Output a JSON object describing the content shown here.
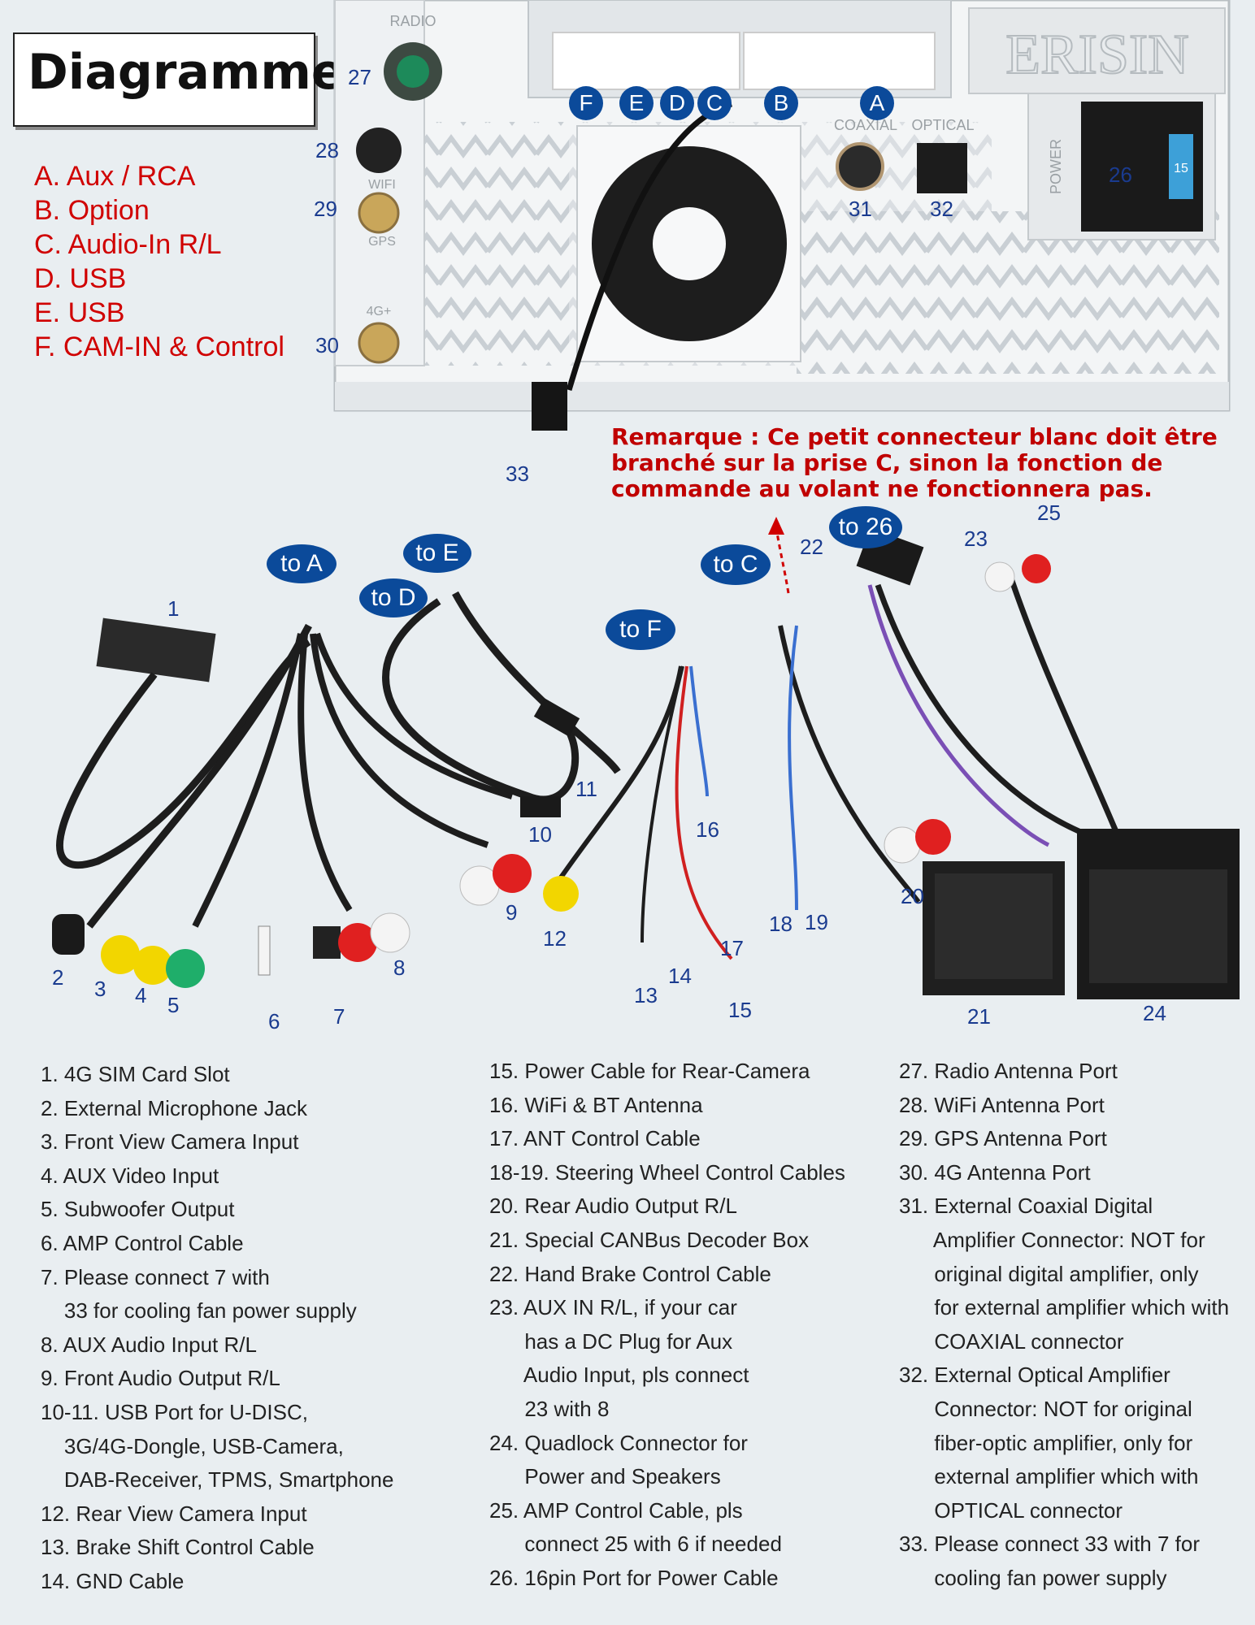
{
  "title": "Diagramme",
  "connectors": [
    "A. Aux / RCA",
    "B. Option",
    "C. Audio-In R/L",
    "D. USB",
    "E. USB",
    "F. CAM-IN & Control"
  ],
  "panel_labels": {
    "radio": "RADIO",
    "wifi": "WIFI",
    "gps": "GPS",
    "fourg": "4G+",
    "coaxial": "COAXIAL",
    "optical": "OPTICAL",
    "power": "POWER",
    "brand": "ERISIN",
    "fuse": "15"
  },
  "plug_letters": [
    "F",
    "E",
    "D",
    "C",
    "B",
    "A"
  ],
  "note": [
    "Remarque : Ce petit connecteur blanc doit être",
    "branché sur la prise C, sinon la fonction de",
    "commande au volant ne fonctionnera pas."
  ],
  "bubbles": {
    "to_a": "to A",
    "to_e": "to E",
    "to_d": "to D",
    "to_f": "to F",
    "to_c": "to C",
    "to_26": "to 26"
  },
  "numbers": [
    "1",
    "2",
    "3",
    "4",
    "5",
    "6",
    "7",
    "8",
    "9",
    "10",
    "11",
    "12",
    "13",
    "14",
    "15",
    "16",
    "17",
    "18",
    "19",
    "20",
    "21",
    "22",
    "23",
    "24",
    "25",
    "26",
    "27",
    "28",
    "29",
    "30",
    "31",
    "32",
    "33"
  ],
  "legend_col1": [
    "1. 4G SIM Card Slot",
    "2. External Microphone Jack",
    "3. Front View Camera Input",
    "4. AUX Video Input",
    "5. Subwoofer Output",
    "6. AMP Control Cable",
    "7. Please connect 7 with",
    "    33 for cooling fan power supply",
    "8. AUX Audio Input R/L",
    "9. Front Audio Output R/L",
    "10-11. USB Port for U-DISC,",
    "    3G/4G-Dongle, USB-Camera,",
    "    DAB-Receiver, TPMS, Smartphone",
    "12. Rear View Camera Input",
    "13. Brake Shift Control Cable",
    "14. GND Cable"
  ],
  "legend_col2": [
    "15. Power Cable for Rear-Camera",
    "16. WiFi & BT Antenna",
    "17. ANT Control Cable",
    "18-19. Steering Wheel Control Cables",
    "20. Rear Audio Output R/L",
    "21. Special CANBus Decoder Box",
    "22. Hand Brake Control Cable",
    "23. AUX IN R/L, if your car",
    "      has a DC Plug for Aux",
    "      Audio Input, pls connect",
    "      23 with 8",
    "24. Quadlock Connector for",
    "      Power and Speakers",
    "25. AMP Control Cable, pls",
    "      connect 25 with 6 if needed",
    "26. 16pin Port for Power Cable"
  ],
  "legend_col3": [
    "27. Radio Antenna Port",
    "28. WiFi Antenna Port",
    "29. GPS Antenna Port",
    "30. 4G Antenna Port",
    "31. External Coaxial Digital",
    "      Amplifier Connector: NOT for",
    "      original digital amplifier, only",
    "      for external amplifier which with",
    "      COAXIAL connector",
    "32. External Optical Amplifier",
    "      Connector: NOT for original",
    "      fiber-optic amplifier, only for",
    "      external amplifier which with",
    "      OPTICAL connector",
    "33. Please connect 33 with 7 for",
    "      cooling fan power supply"
  ],
  "colors": {
    "accent_blue": "#0b4a9a",
    "note_red": "#c00000",
    "connector_red": "#d00000",
    "rca_yellow": "#f2d600",
    "rca_red": "#e02020",
    "rca_white": "#f4f4f4",
    "rca_green": "#1fae6a"
  }
}
